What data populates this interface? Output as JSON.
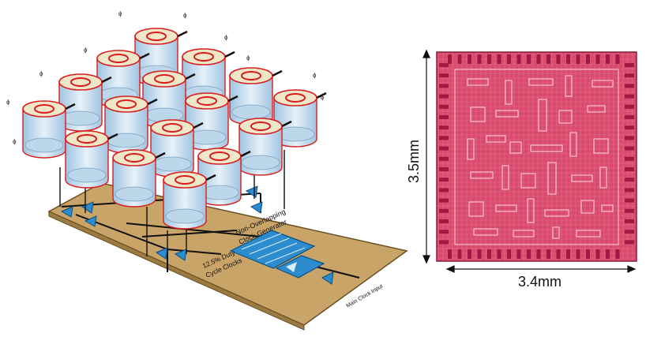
{
  "left_diagram": {
    "board_label_1": "Non-Overlapping",
    "board_label_2": "Clock Generator",
    "duty_label_1": "12.5% Duty",
    "duty_label_2": "Cycle Clocks",
    "clock_in_label": "Main Clock Input",
    "cell_pin_label": "ϕ",
    "colors": {
      "board": "#c8a468",
      "cell_top": "#f0e6c8",
      "cell_outline": "#d81e1e",
      "cell_body": "#bcd6ea",
      "block": "#2d8ccd",
      "wire": "#111111"
    }
  },
  "right_chip": {
    "height_label": "3.5mm",
    "width_label": "3.4mm",
    "colors": {
      "die": "#d84468",
      "pad": "#a01844",
      "structure": "#f2b8cc"
    }
  }
}
